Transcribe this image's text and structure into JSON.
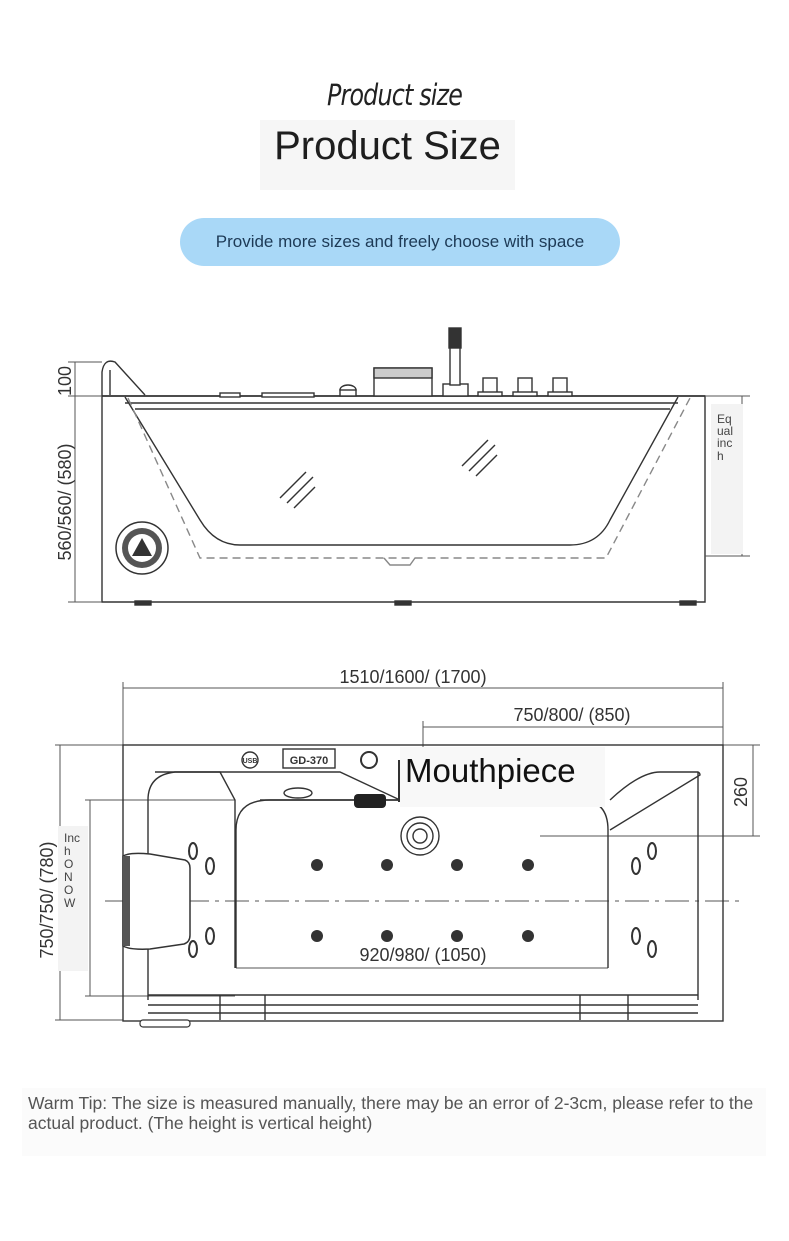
{
  "header": {
    "title_script": "Product size",
    "title": "Product Size"
  },
  "banner": {
    "text": "Provide more sizes and freely choose with space"
  },
  "side_view": {
    "height_top_label": "100",
    "height_body_label": "560/560/ (580)",
    "equal_inch_label": [
      "Eq",
      "ual",
      "inc",
      "h"
    ]
  },
  "top_view": {
    "length_label": "1510/1600/ (1700)",
    "half_length_label": "750/800/ (850)",
    "depth_label": "260",
    "width_label": "750/750/ (780)",
    "inner_length_label": "920/980/ (1050)",
    "inch_now_label": [
      "Inc",
      "h",
      "O",
      "N",
      "O",
      "W"
    ],
    "usb_label": "USB",
    "model_label": "GD-370",
    "mouthpiece_label": "Mouthpiece"
  },
  "tip": {
    "text": "Warm Tip: The size is measured manually, there may be an error of 2-3cm, please refer to the actual product. (The height is vertical height)"
  },
  "colors": {
    "banner_bg": "#a9d8f7",
    "banner_text": "#1d3a56",
    "line": "#333333"
  }
}
